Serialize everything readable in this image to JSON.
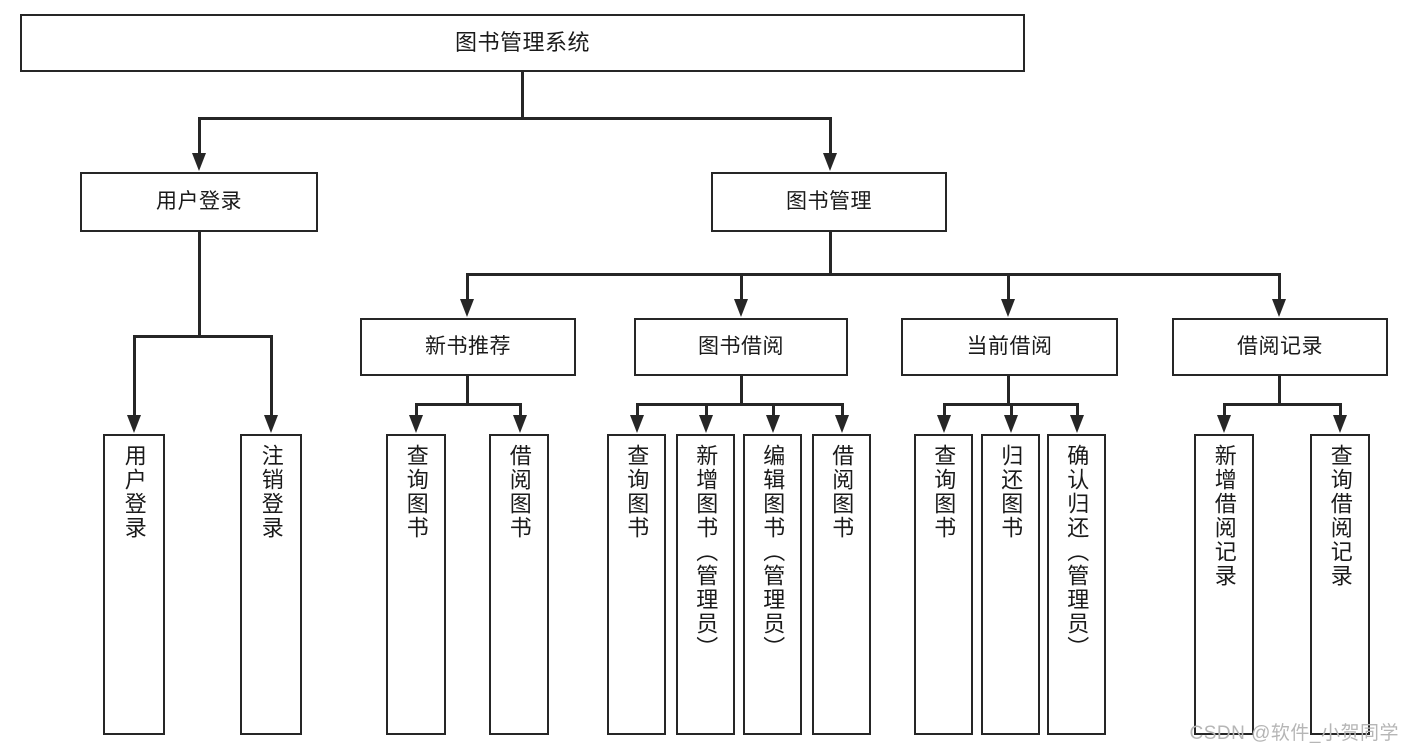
{
  "diagram": {
    "type": "tree-hierarchy",
    "title": "图书管理系统",
    "watermark": "CSDN @软件_小贺同学",
    "colors": {
      "stroke": "#262626",
      "fill": "#ffffff",
      "text": "#1a1a1a",
      "watermark": "#b6b6b6"
    },
    "levels": 4,
    "root": {
      "id": "root",
      "label": "图书管理系统"
    },
    "level1": [
      {
        "id": "l1-user-login",
        "label": "用户登录"
      },
      {
        "id": "l1-book-mgmt",
        "label": "图书管理"
      }
    ],
    "level2": [
      {
        "id": "l2-new-book-rec",
        "label": "新书推荐",
        "parent": "l1-book-mgmt"
      },
      {
        "id": "l2-book-borrow",
        "label": "图书借阅",
        "parent": "l1-book-mgmt"
      },
      {
        "id": "l2-current-borrow",
        "label": "当前借阅",
        "parent": "l1-book-mgmt"
      },
      {
        "id": "l2-borrow-record",
        "label": "借阅记录",
        "parent": "l1-book-mgmt"
      }
    ],
    "leaves": [
      {
        "id": "leaf-user-login",
        "label": "用户登录",
        "parent": "l1-user-login"
      },
      {
        "id": "leaf-user-logout",
        "label": "注销登录",
        "parent": "l1-user-login"
      },
      {
        "id": "leaf-query-book-1",
        "label": "查询图书",
        "parent": "l2-new-book-rec"
      },
      {
        "id": "leaf-borrow-book-1",
        "label": "借阅图书",
        "parent": "l2-new-book-rec"
      },
      {
        "id": "leaf-query-book-2",
        "label": "查询图书",
        "parent": "l2-book-borrow"
      },
      {
        "id": "leaf-add-book",
        "label": "新增图书（管理员）",
        "parent": "l2-book-borrow"
      },
      {
        "id": "leaf-edit-book",
        "label": "编辑图书（管理员）",
        "parent": "l2-book-borrow"
      },
      {
        "id": "leaf-borrow-book-2",
        "label": "借阅图书",
        "parent": "l2-book-borrow"
      },
      {
        "id": "leaf-query-book-3",
        "label": "查询图书",
        "parent": "l2-current-borrow"
      },
      {
        "id": "leaf-return-book",
        "label": "归还图书",
        "parent": "l2-current-borrow"
      },
      {
        "id": "leaf-confirm-return",
        "label": "确认归还（管理员）",
        "parent": "l2-current-borrow"
      },
      {
        "id": "leaf-add-record",
        "label": "新增借阅记录",
        "parent": "l2-borrow-record"
      },
      {
        "id": "leaf-query-record",
        "label": "查询借阅记录",
        "parent": "l2-borrow-record"
      }
    ]
  }
}
